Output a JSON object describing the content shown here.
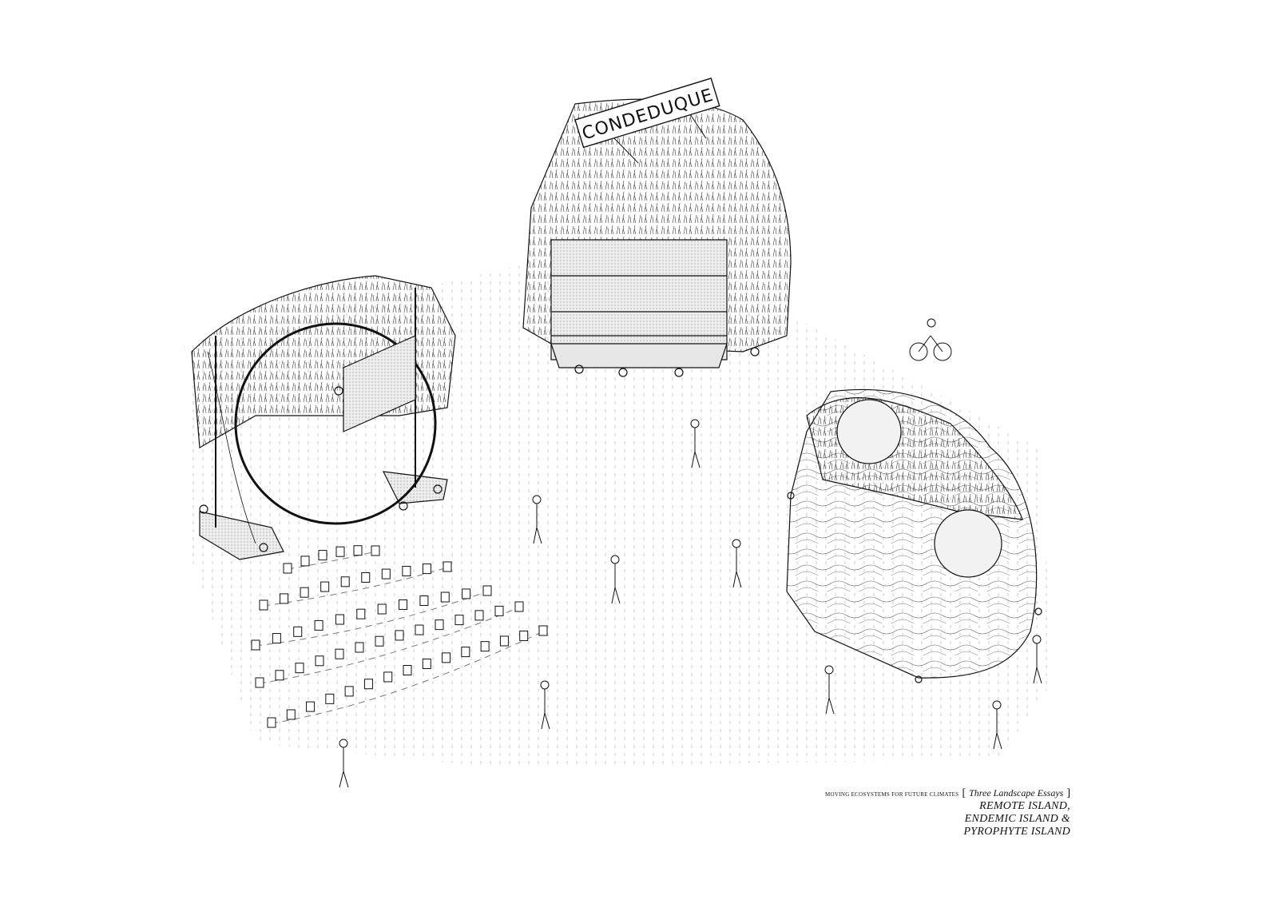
{
  "sign": {
    "text": "CONDEDUQUE"
  },
  "title_block": {
    "project": "MOVING ECOSYSTEMS FOR FUTURE CLIMATES",
    "series": "Three Landscape Essays",
    "line1": "REMOTE ISLAND,",
    "line2": "ENDEMIC ISLAND &",
    "line3": "PYROPHYTE ISLAND"
  },
  "colors": {
    "ink": "#111111",
    "paper": "#ffffff",
    "hatch": "#9a9a9a",
    "fill_light": "#e6e6e6"
  },
  "icons": {
    "people": "person-figure-icon",
    "chairs": "chair-icon",
    "wheels": "wheel-icon"
  }
}
